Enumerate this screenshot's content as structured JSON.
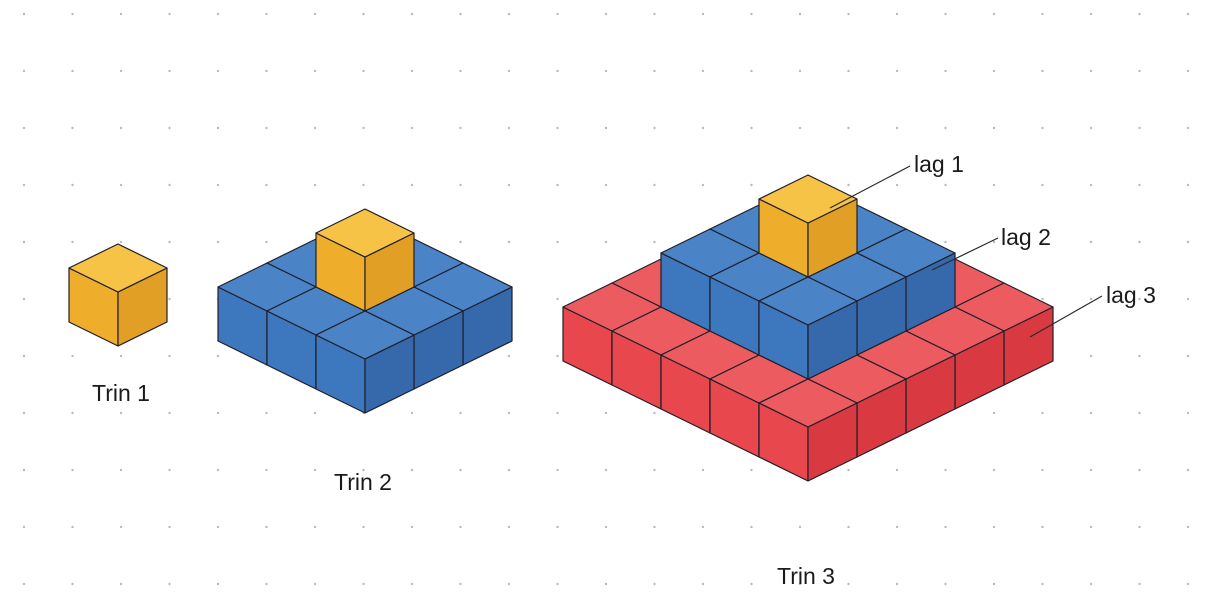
{
  "steps": [
    {
      "label": "Trin 1",
      "levels": 1
    },
    {
      "label": "Trin 2",
      "levels": 2
    },
    {
      "label": "Trin 3",
      "levels": 3
    }
  ],
  "layer_labels": [
    "lag 1",
    "lag 2",
    "lag 3"
  ],
  "colors": {
    "background": "#ffffff",
    "grid_dot": "#b9bcbf",
    "layer_1": {
      "top": "#f6c347",
      "left": "#efad2c",
      "right": "#e29f25"
    },
    "layer_2": {
      "top": "#4a84c6",
      "left": "#3d77bd",
      "right": "#3669ac"
    },
    "layer_3": {
      "top": "#ec5b5f",
      "left": "#e7474d",
      "right": "#d93a41"
    },
    "edge": "#1f1f2a"
  }
}
